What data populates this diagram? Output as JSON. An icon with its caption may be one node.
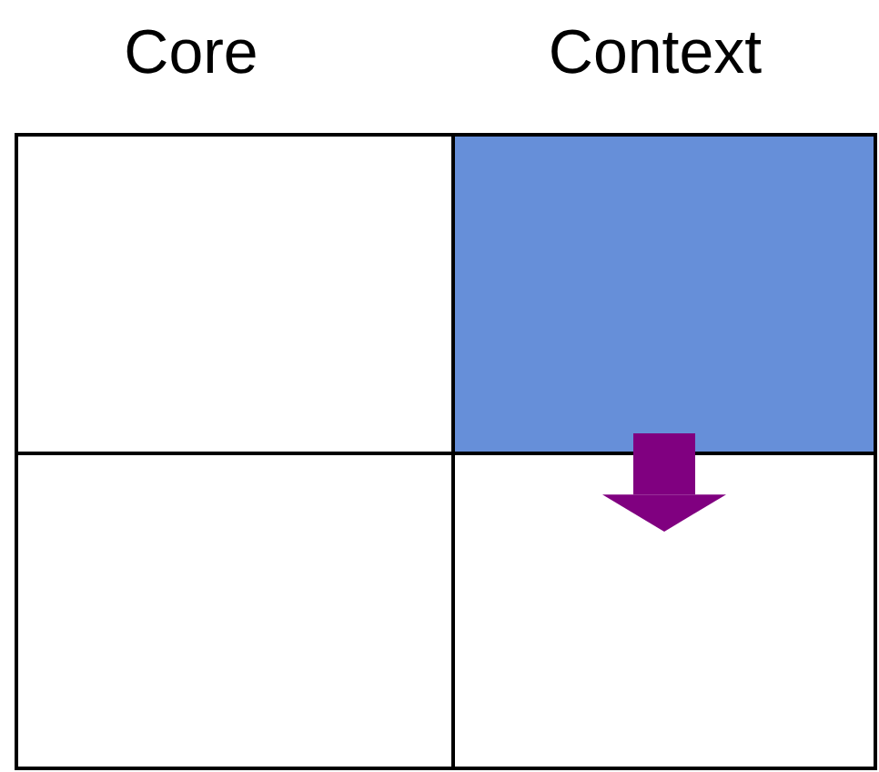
{
  "diagram": {
    "nodes": [
      {
        "text": [],
        "shape": "box"
      },
      {
        "text": [],
        "shape": "box"
      },
      {
        "text": [],
        "shape": "box"
      },
      {
        "text": [],
        "shape": "box"
      }
    ],
    "edges": [
      {
        "from": 1,
        "to": 3,
        "arrow": "to",
        "color": "#800080"
      }
    ],
    "labels": [
      "Core",
      "Context"
    ]
  }
}
